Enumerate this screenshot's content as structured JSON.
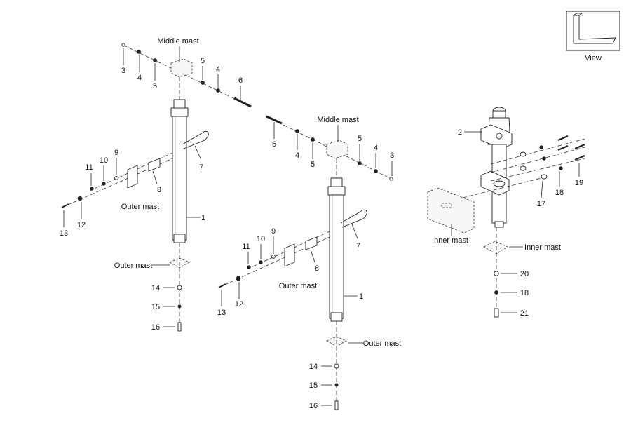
{
  "view_box": {
    "label": "View"
  },
  "labels": {
    "middle_mast": "Middle mast",
    "outer_mast": "Outer mast",
    "inner_mast": "Inner mast"
  },
  "callouts": {
    "left": {
      "c3": "3",
      "c4a": "4",
      "c5a": "5",
      "c5b": "5",
      "c4b": "4",
      "c6": "6",
      "c7": "7",
      "c9": "9",
      "c10": "10",
      "c11": "11",
      "c8": "8",
      "c13": "13",
      "c12": "12",
      "c1": "1",
      "c14": "14",
      "c15": "15",
      "c16": "16"
    },
    "center": {
      "c6": "6",
      "c4a": "4",
      "c5a": "5",
      "c5b": "5",
      "c4b": "4",
      "c3": "3",
      "c7": "7",
      "c9": "9",
      "c10": "10",
      "c11": "11",
      "c8": "8",
      "c13": "13",
      "c12": "12",
      "c1": "1",
      "c14": "14",
      "c15": "15",
      "c16": "16"
    },
    "right": {
      "c2": "2",
      "c19": "19",
      "c18a": "18",
      "c17": "17",
      "c20": "20",
      "c18b": "18",
      "c21": "21"
    }
  }
}
